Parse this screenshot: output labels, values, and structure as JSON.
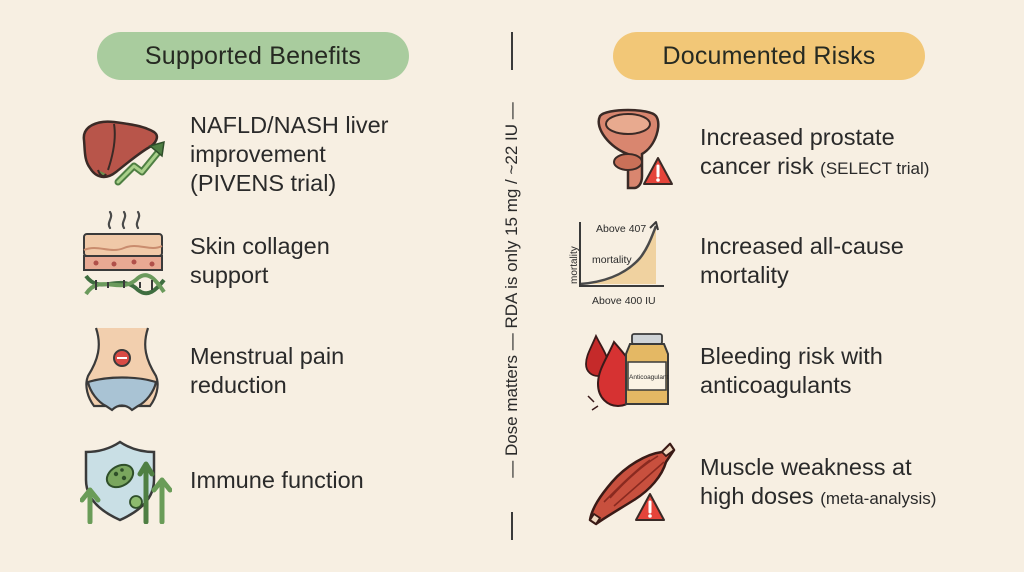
{
  "left": {
    "title": "Supported Benefits",
    "items": [
      {
        "icon": "liver-icon",
        "lines": [
          "NAFLD/NASH liver",
          "improvement",
          "(PIVENS trial)"
        ]
      },
      {
        "icon": "skin-collagen-icon",
        "lines": [
          "Skin collagen",
          "support"
        ]
      },
      {
        "icon": "abdomen-icon",
        "lines": [
          "Menstrual pain",
          "reduction"
        ]
      },
      {
        "icon": "immune-shield-icon",
        "lines": [
          "Immune function"
        ]
      }
    ]
  },
  "right": {
    "title": "Documented Risks",
    "items": [
      {
        "icon": "prostate-warning-icon",
        "line1": "Increased prostate",
        "line2_main": "cancer risk",
        "line2_small": "(SELECT trial)"
      },
      {
        "icon": "mortality-chart-icon",
        "line1": "Increased all-cause",
        "line2_main": "mortality",
        "line2_small": ""
      },
      {
        "icon": "blood-drop-pill-bottle-icon",
        "line1": "Bleeding risk with",
        "line2_main": "anticoagulants",
        "line2_small": ""
      },
      {
        "icon": "muscle-warning-icon",
        "line1": "Muscle weakness at",
        "line2_main": "high doses",
        "line2_small": "(meta-analysis)"
      }
    ],
    "mini_chart": {
      "top_label": "Above 407",
      "curve_label": "mortality",
      "y_label": "mortality",
      "x_label": "Above 400 IU"
    },
    "bottle_label": "Anticoagulant"
  },
  "divider": {
    "text": "— Dose matters — RDA is only 15 mg / ~22 IU —"
  },
  "colors": {
    "background": "#f7efe2",
    "benefits_pill": "#a9cc9e",
    "risks_pill": "#f2c777",
    "warning": "#e5443a"
  }
}
